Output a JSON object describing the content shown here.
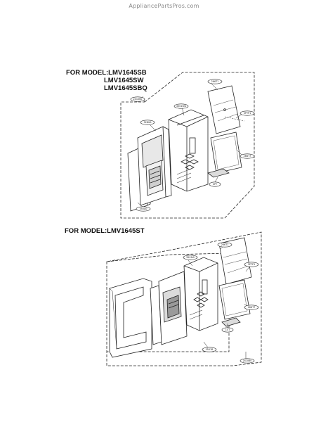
{
  "watermark": "AppliancePartsPros.com",
  "diagrams": [
    {
      "prefix": "FOR MODEL: ",
      "models": [
        "LMV1645SB",
        "LMV1645SW",
        "LMV1645SBQ"
      ],
      "callouts": [
        "241060",
        "3501W4",
        "3280A",
        "350A0",
        "266T1",
        "3PTP1",
        "266T7",
        "SPT"
      ]
    },
    {
      "prefix": "FOR MODEL: ",
      "models": [
        "LMV1645ST"
      ],
      "callouts": [
        "266T1",
        "3501W",
        "3PTP1",
        "266T7",
        "1ST",
        "3501B",
        "241060"
      ]
    }
  ]
}
